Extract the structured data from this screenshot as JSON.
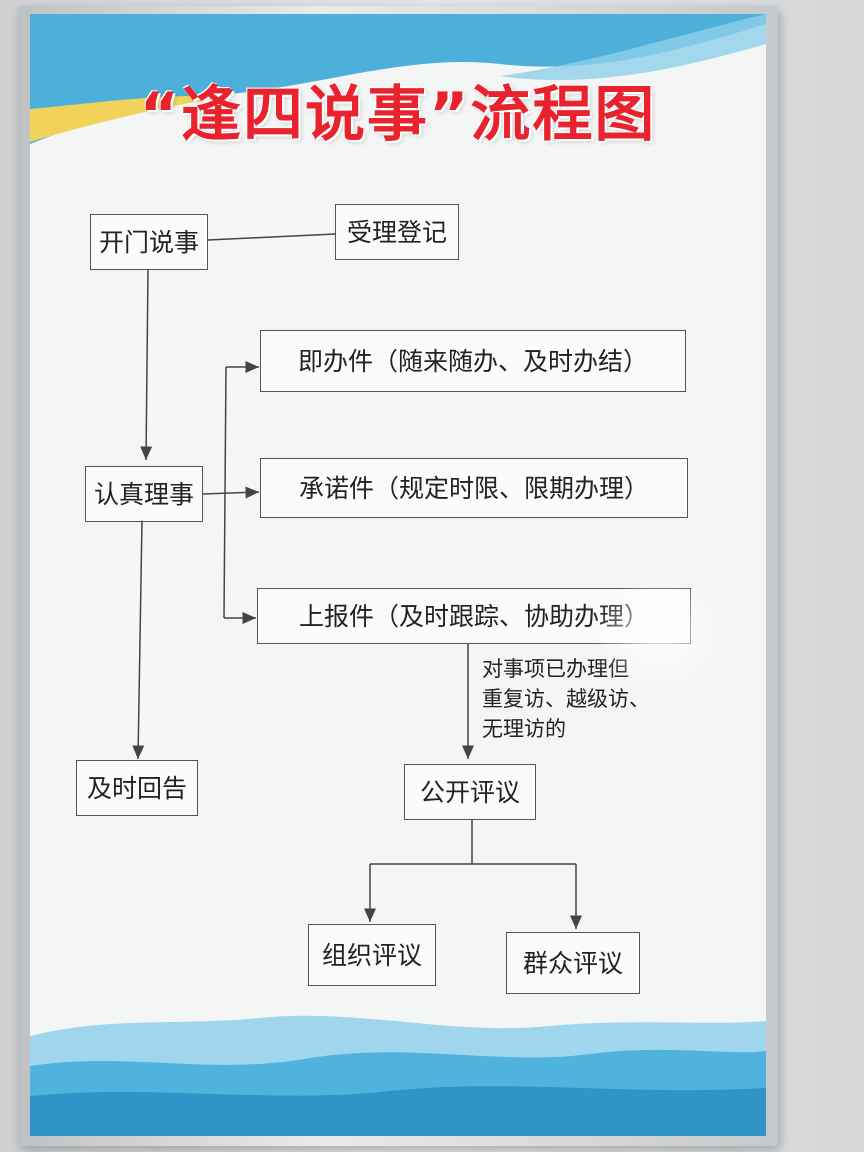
{
  "title": "“逢四说事”流程图",
  "nodes": {
    "kaimen": "开门说事",
    "shouli": "受理登记",
    "renzhen": "认真理事",
    "jiban": "即办件（随来随办、及时办结）",
    "chengnuo": "承诺件（规定时限、限期办理）",
    "shangbao": "上报件（及时跟踪、协助办理）",
    "jishi": "及时回告",
    "gongkai": "公开评议",
    "zuzhi": "组织评议",
    "qunzhong": "群众评议"
  },
  "note_lines": [
    "对事项已办理但",
    "重复访、越级访、",
    "无理访的"
  ],
  "colors": {
    "title": "#e8232e",
    "wave_blue": "#3aa8d8",
    "wave_yellow": "#f2d35a",
    "line": "#444444"
  }
}
